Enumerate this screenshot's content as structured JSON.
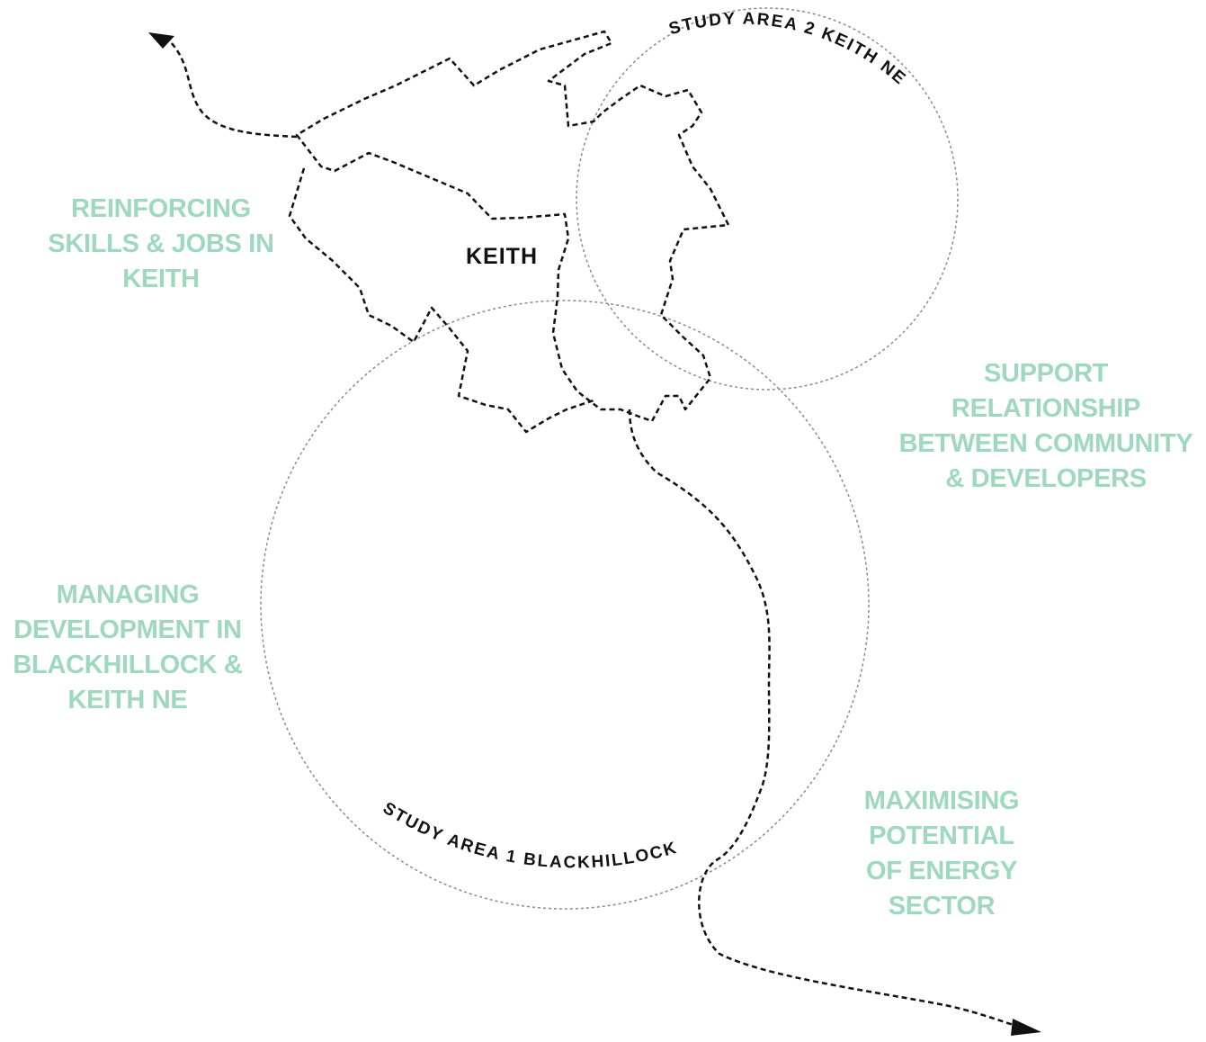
{
  "town_label": "KEITH",
  "study_areas": [
    {
      "label": "STUDY AREA 2 KEITH NE"
    },
    {
      "label": "STUDY AREA 1 BLACKHILLOCK"
    }
  ],
  "themes": {
    "skills": [
      "REINFORCING",
      "SKILLS & JOBS IN",
      "KEITH"
    ],
    "support": [
      "SUPPORT",
      "RELATIONSHIP",
      "BETWEEN COMMUNITY",
      "& DEVELOPERS"
    ],
    "managing": [
      "MANAGING",
      "DEVELOPMENT IN",
      "BLACKHILLOCK &",
      "KEITH NE"
    ],
    "energy": [
      "MAXIMISING",
      "POTENTIAL",
      "OF ENERGY",
      "SECTOR"
    ]
  },
  "colors": {
    "theme_text": "#9ed8bd",
    "line": "#111111",
    "circle": "#8a8a8a"
  }
}
